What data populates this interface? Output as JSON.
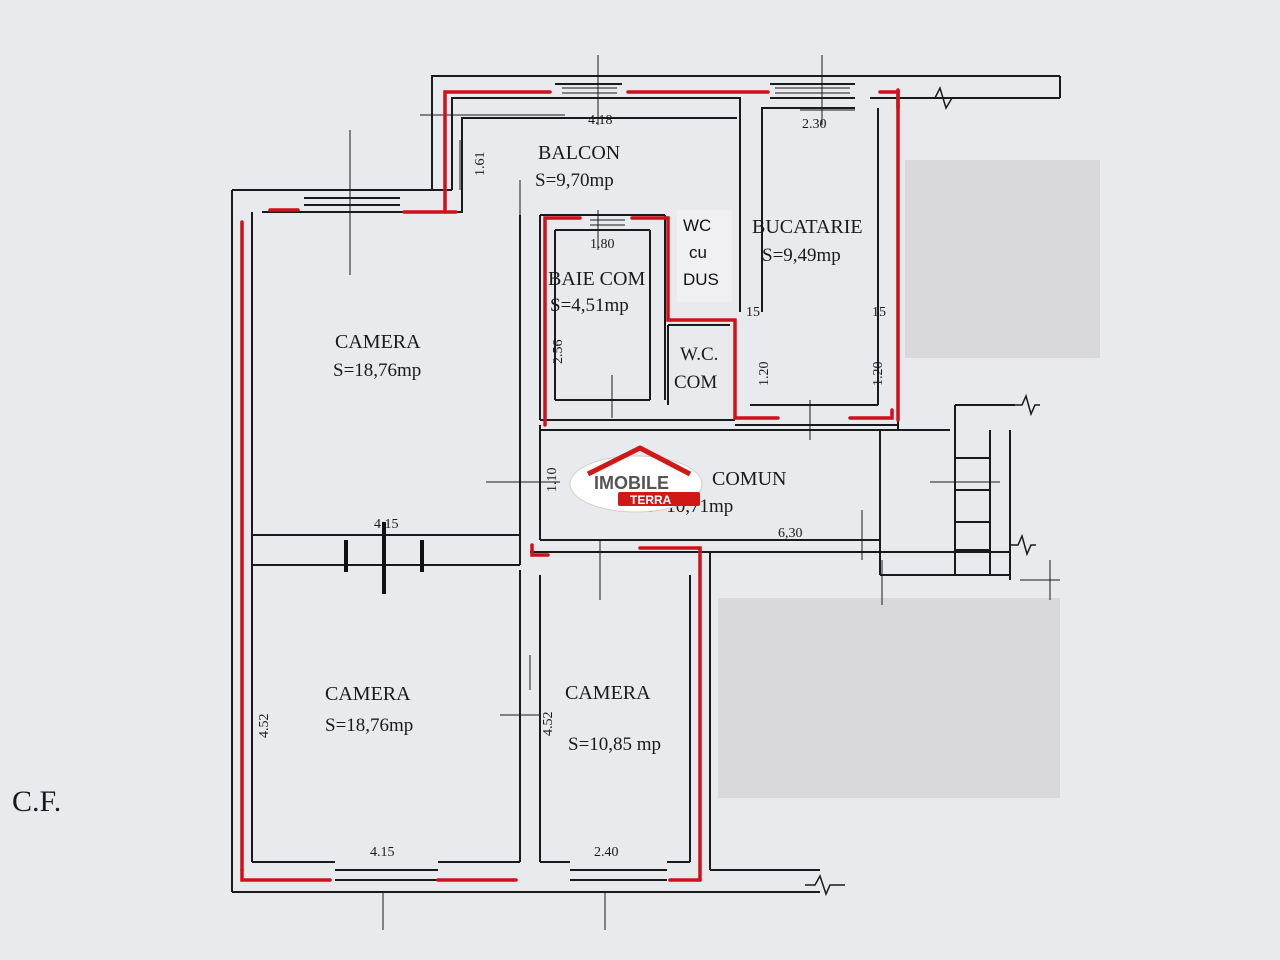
{
  "plan": {
    "corner_label": "C.F.",
    "rooms": [
      {
        "id": "balcon",
        "name": "BALCON",
        "area": "S=9,70mp"
      },
      {
        "id": "bucatarie",
        "name": "BUCATARIE",
        "area": "S=9,49mp"
      },
      {
        "id": "baie",
        "name": "BAIE COM",
        "area": "S=4,51mp"
      },
      {
        "id": "wc-com",
        "name": "W.C.",
        "area": "COM"
      },
      {
        "id": "camera-1",
        "name": "CAMERA",
        "area": "S=18,76mp"
      },
      {
        "id": "hol",
        "name": "COMUN",
        "area": "S=10,71mp"
      },
      {
        "id": "camera-2",
        "name": "CAMERA",
        "area": "S=18,76mp"
      },
      {
        "id": "camera-3",
        "name": "CAMERA",
        "area": "S=10,85 mp"
      }
    ],
    "wc_note": [
      "WC",
      "cu",
      "DUS"
    ],
    "dimensions": {
      "balcon_width": "4.18",
      "bucatarie_width": "2.30",
      "balcon_depth": "1.61",
      "baie_width": "1.80",
      "baie_depth": "2.56",
      "kitchen_left": "15",
      "kitchen_right": "15",
      "kitchen_h1": "1.20",
      "kitchen_h2": "1.20",
      "hol_depth": "1.10",
      "hol_length": "6,30",
      "camera1_width": "4.15",
      "camera2_height": "4.52",
      "camera3_height": "4.52",
      "camera2_width": "4.15",
      "camera3_width": "2.40"
    },
    "colors": {
      "wall": "#1a1a1a",
      "highlight": "#d0101a",
      "paper": "#e9eaee",
      "mask": "#d9d9dc"
    }
  },
  "logo": {
    "line1": "IMOBILE",
    "line2": "TERRA",
    "brand_red": "#d01818",
    "brand_grey": "#555555"
  }
}
